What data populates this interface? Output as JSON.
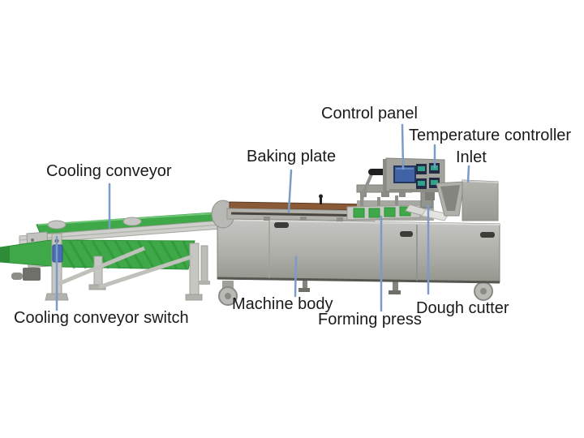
{
  "diagram": {
    "type": "annotated-machine-diagram",
    "labels": {
      "cooling_conveyor": "Cooling conveyor",
      "baking_plate": "Baking plate",
      "control_panel": "Control panel",
      "temperature_controller": "Temperature controller",
      "inlet": "Inlet",
      "cooling_conveyor_switch": "Cooling conveyor switch",
      "machine_body": "Machine body",
      "forming_press": "Forming press",
      "dough_cutter": "Dough cutter"
    }
  },
  "colors": {
    "background": "#ffffff",
    "label_text": "#1a1a1a",
    "callout_line": "#7b9cc9",
    "belt_green": "#3fa848",
    "belt_green_dark": "#2c8f36",
    "belt_green_light": "#7fd389",
    "frame_silver": "#c9cac6",
    "machine_steel_light": "#c2c3bf",
    "machine_steel_dark": "#90918b",
    "baking_plate_brown": "#8a5a36",
    "screen_blue": "#3f63a4",
    "controller_body_navy": "#232c44",
    "controller_display_teal": "#2fa38b",
    "switch_blue": "#4a6db3"
  }
}
